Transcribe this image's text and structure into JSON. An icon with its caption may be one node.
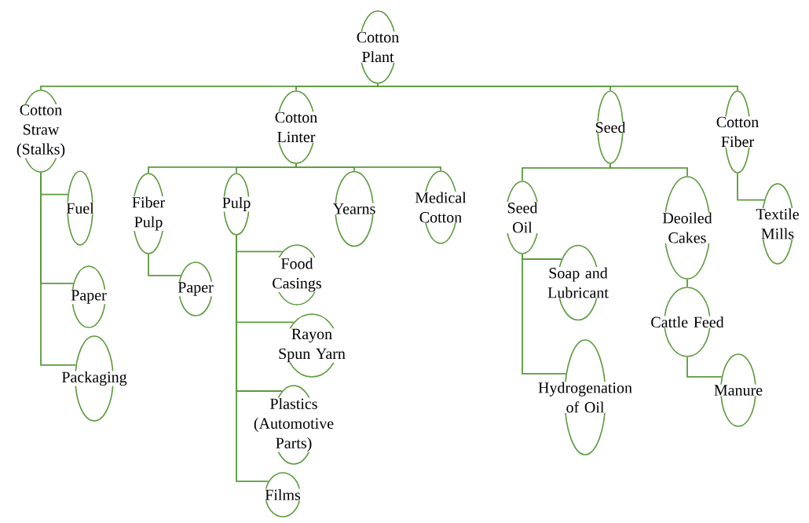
{
  "diagram": {
    "nodes": [
      {
        "text": [
          "Cotton Plant"
        ]
      },
      {
        "text": [
          "Cotton Straw (Stalks)"
        ]
      },
      {
        "text": [
          "Fuel"
        ]
      },
      {
        "text": [
          "Paper"
        ]
      },
      {
        "text": [
          "Packaging"
        ]
      },
      {
        "text": [
          "Cotton Linter"
        ]
      },
      {
        "text": [
          "Fiber Pulp"
        ]
      },
      {
        "text": [
          "Paper"
        ]
      },
      {
        "text": [
          "Pulp"
        ]
      },
      {
        "text": [
          "Food Casings"
        ]
      },
      {
        "text": [
          "Rayon Spun Yarn"
        ]
      },
      {
        "text": [
          "Plastics (Automotive Parts)"
        ]
      },
      {
        "text": [
          "Films"
        ]
      },
      {
        "text": [
          "Yearns"
        ]
      },
      {
        "text": [
          "Medical Cotton"
        ]
      },
      {
        "text": [
          "Seed"
        ]
      },
      {
        "text": [
          "Seed Oil"
        ]
      },
      {
        "text": [
          "Soap and Lubricant"
        ]
      },
      {
        "text": [
          "Hydrogenation of Oil"
        ]
      },
      {
        "text": [
          "Deoiled Cakes"
        ]
      },
      {
        "text": [
          "Cattle Feed"
        ]
      },
      {
        "text": [
          "Manure"
        ]
      },
      {
        "text": [
          "Cotton Fiber"
        ]
      },
      {
        "text": [
          "Textile Mills"
        ]
      }
    ],
    "edges": [
      {
        "from": 0,
        "to": 1,
        "arrow": "none"
      },
      {
        "from": 0,
        "to": 5,
        "arrow": "none"
      },
      {
        "from": 0,
        "to": 15,
        "arrow": "none"
      },
      {
        "from": 0,
        "to": 22,
        "arrow": "none"
      },
      {
        "from": 1,
        "to": 2,
        "arrow": "none"
      },
      {
        "from": 1,
        "to": 3,
        "arrow": "none"
      },
      {
        "from": 1,
        "to": 4,
        "arrow": "none"
      },
      {
        "from": 5,
        "to": 6,
        "arrow": "none"
      },
      {
        "from": 5,
        "to": 8,
        "arrow": "none"
      },
      {
        "from": 5,
        "to": 13,
        "arrow": "none"
      },
      {
        "from": 5,
        "to": 14,
        "arrow": "none"
      },
      {
        "from": 6,
        "to": 7,
        "arrow": "none"
      },
      {
        "from": 8,
        "to": 9,
        "arrow": "none"
      },
      {
        "from": 8,
        "to": 10,
        "arrow": "none"
      },
      {
        "from": 8,
        "to": 11,
        "arrow": "none"
      },
      {
        "from": 8,
        "to": 12,
        "arrow": "none"
      },
      {
        "from": 15,
        "to": 16,
        "arrow": "none"
      },
      {
        "from": 15,
        "to": 19,
        "arrow": "none"
      },
      {
        "from": 16,
        "to": 17,
        "arrow": "none"
      },
      {
        "from": 16,
        "to": 18,
        "arrow": "none"
      },
      {
        "from": 19,
        "to": 20,
        "arrow": "none"
      },
      {
        "from": 20,
        "to": 21,
        "arrow": "none"
      },
      {
        "from": 22,
        "to": 23,
        "arrow": "none"
      }
    ]
  }
}
